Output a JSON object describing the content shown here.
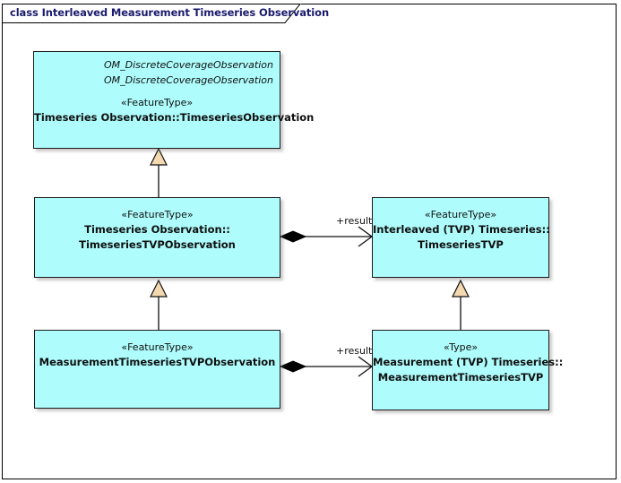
{
  "diagram": {
    "title": "class Interleaved Measurement Timeseries Observation",
    "frame_color": "#000000",
    "title_color": "#1a1a6e",
    "box_fill": "#aefcfc",
    "box_border": "#1b1b1b",
    "generalization_fill": "#f3d8b0",
    "composition_fill": "#000000"
  },
  "classes": {
    "timeseries_observation": {
      "parent_1": "OM_DiscreteCoverageObservation",
      "parent_2": "OM_DiscreteCoverageObservation",
      "stereotype": "«FeatureType»",
      "name_line_1": "Timeseries Observation::TimeseriesObservation"
    },
    "timeseries_tvp_observation": {
      "stereotype": "«FeatureType»",
      "name_line_1": "Timeseries Observation::",
      "name_line_2": "TimeseriesTVPObservation"
    },
    "timeseries_tvp": {
      "stereotype": "«FeatureType»",
      "name_line_1": "Interleaved (TVP) Timeseries::",
      "name_line_2": "TimeseriesTVP"
    },
    "measurement_timeseries_tvp_observation": {
      "stereotype": "«FeatureType»",
      "name_line_1": "MeasurementTimeseriesTVPObservation"
    },
    "measurement_timeseries_tvp": {
      "stereotype": "«Type»",
      "name_line_1": "Measurement (TVP) Timeseries::",
      "name_line_2": "MeasurementTimeseriesTVP"
    }
  },
  "connectors": {
    "assoc_upper_label": "+result",
    "assoc_lower_label": "+result"
  }
}
